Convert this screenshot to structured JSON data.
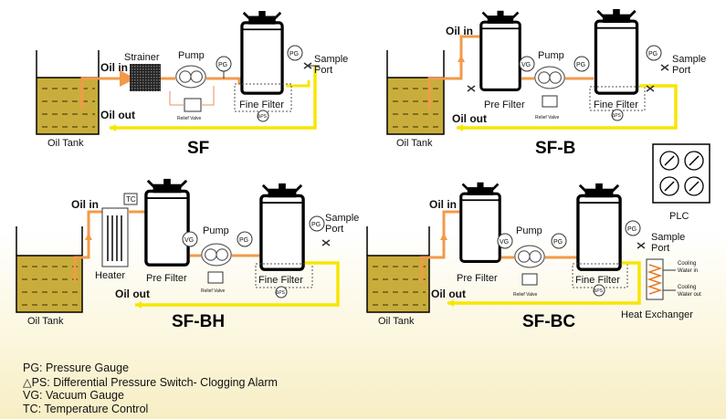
{
  "systems": {
    "sf": {
      "title": "SF",
      "oil_in": "Oil in",
      "oil_out": "Oil out",
      "tank": "Oil Tank",
      "strainer": "Strainer",
      "pump": "Pump",
      "pg1": "PG",
      "pg2": "PG",
      "fine_filter": "Fine Filter",
      "sample": "Sample",
      "port": "Port",
      "relief": "Relief Valve",
      "aps": "ΔPS"
    },
    "sfb": {
      "title": "SF-B",
      "oil_in": "Oil in",
      "oil_out": "Oil out",
      "tank": "Oil Tank",
      "pre_filter": "Pre Filter",
      "pump": "Pump",
      "vg": "VG",
      "pg1": "PG",
      "pg2": "PG",
      "fine_filter": "Fine Filter",
      "sample": "Sample",
      "port": "Port",
      "relief": "Relief Valve",
      "aps": "ΔPS"
    },
    "sfbh": {
      "title": "SF-BH",
      "oil_in": "Oil in",
      "oil_out": "Oil out",
      "tank": "Oil Tank",
      "heater": "Heater",
      "tc": "TC",
      "pre_filter": "Pre Filter",
      "pump": "Pump",
      "vg": "VG",
      "pg1": "PG",
      "pg2": "PG",
      "fine_filter": "Fine Filter",
      "sample": "Sample",
      "port": "Port",
      "relief": "Relief Valve",
      "aps": "ΔPS"
    },
    "sfbc": {
      "title": "SF-BC",
      "oil_in": "Oil in",
      "oil_out": "Oil out",
      "tank": "Oil Tank",
      "pre_filter": "Pre Filter",
      "pump": "Pump",
      "vg": "VG",
      "pg1": "PG",
      "pg2": "PG",
      "fine_filter": "Fine Filter",
      "sample": "Sample",
      "port": "Port",
      "relief": "Relief Valve",
      "aps": "ΔPS",
      "hx": "Heat Exchanger",
      "cooling_in_1": "Cooling",
      "cooling_in_2": "Water in",
      "cooling_out_1": "Cooling",
      "cooling_out_2": "Water out"
    }
  },
  "plc": {
    "label": "PLC"
  },
  "legend": [
    "PG: Pressure Gauge",
    "△PS: Differential Pressure Switch- Clogging Alarm",
    "VG: Vacuum Gauge",
    "TC: Temperature Control"
  ],
  "colors": {
    "oil_in_line": "#f29a4a",
    "oil_out_line": "#f7e600",
    "oil_fill": "#c9ad3c",
    "pump_line": "#f0a070",
    "background_bottom": "#f7eec4"
  }
}
